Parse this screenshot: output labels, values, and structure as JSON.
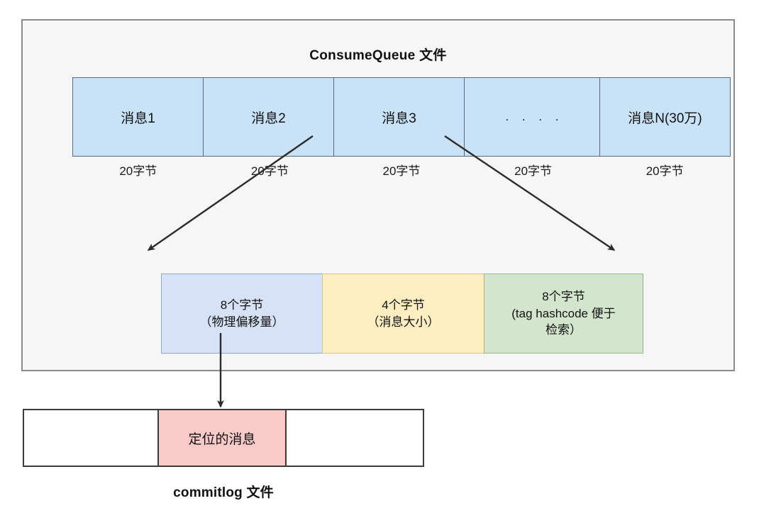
{
  "diagram": {
    "consume_queue": {
      "title": "ConsumeQueue 文件",
      "cells": [
        {
          "label": "消息1",
          "byte_label": "20字节"
        },
        {
          "label": "消息2",
          "byte_label": "20字节"
        },
        {
          "label": "消息3",
          "byte_label": "20字节"
        },
        {
          "label": ". . . .",
          "byte_label": "20字节"
        },
        {
          "label": "消息N(30万)",
          "byte_label": "20字节"
        }
      ]
    },
    "entry_detail": {
      "segments": [
        {
          "name": "physical-offset",
          "line1": "8个字节",
          "line2": "（物理偏移量）",
          "line3": "",
          "color": "#d6e2f5"
        },
        {
          "name": "message-size",
          "line1": "4个字节",
          "line2": "（消息大小）",
          "line3": "",
          "color": "#fdeec2"
        },
        {
          "name": "tag-hashcode",
          "line1": "8个字节",
          "line2": "(tag hashcode 便于",
          "line3": "检索）",
          "color": "#d3e6cd"
        }
      ]
    },
    "commitlog": {
      "caption": "commitlog 文件",
      "segments": [
        {
          "name": "commitlog-left-blank",
          "label": "",
          "color": "#ffffff"
        },
        {
          "name": "commitlog-located-msg",
          "label": "定位的消息",
          "color": "#f8cbc9"
        },
        {
          "name": "commitlog-right-blank",
          "label": "",
          "color": "#ffffff"
        }
      ]
    },
    "connectors": [
      {
        "name": "arrow-cell3-left-to-entry",
        "from": "ConsumeQueue 消息3 左边界",
        "to": "8个字节（物理偏移量）左上角"
      },
      {
        "name": "arrow-cell3-right-to-entry",
        "from": "ConsumeQueue 消息3 右边界",
        "to": "8个字节 (tag hashcode) 右上角"
      },
      {
        "name": "arrow-offset-to-commitlog",
        "from": "8个字节（物理偏移量）",
        "to": "commitlog 定位的消息"
      }
    ],
    "colors": {
      "container_bg": "#f6f6f6",
      "container_border": "#8a8a8a",
      "cell_blue": "#c8e2f8",
      "cell_border": "#5d6a77",
      "offset_blue": "#d6e2f5",
      "size_yellow": "#fdeec2",
      "tag_green": "#d3e6cd",
      "commitlog_pink": "#f8cbc9",
      "commitlog_border": "#3b3b3b",
      "arrow": "#2b2b2b",
      "text": "#111111"
    }
  }
}
